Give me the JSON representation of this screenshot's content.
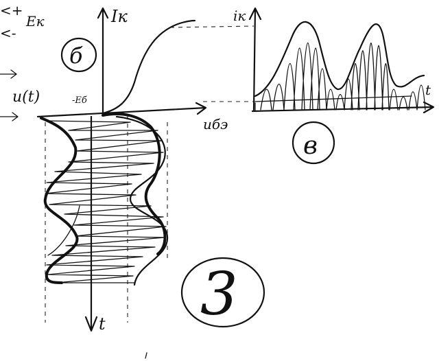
{
  "labels": {
    "ek_plus": "<+",
    "ek_minus": "<-",
    "ek": "Eк",
    "ik_axis": "Iк",
    "graph_b": "б",
    "u_t": "u(t)",
    "eb": "-Eб",
    "ube": "uбэ",
    "t_axis": "t",
    "ik_small": "iк",
    "t_small": "t",
    "graph_v": "в",
    "fig_number": "3"
  }
}
